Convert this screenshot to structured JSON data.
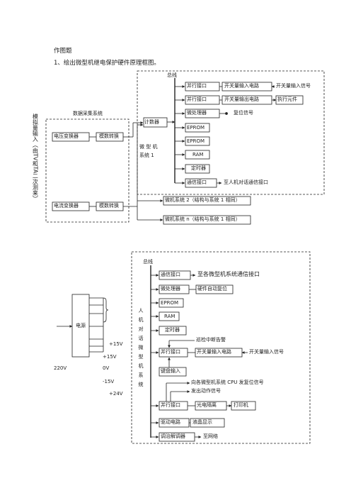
{
  "heading": {
    "title": "作图题",
    "question": "1、绘出微型机继电保护硬件原理框图。"
  },
  "figure1": {
    "bus_label": "总线",
    "side_label": "模拟量输入（由TV和TA二次测来）",
    "acq_label": "数据采集系统",
    "vt_converter": "电压变换器",
    "ct_converter": "电流变换器",
    "adc1": "模数转换",
    "adc2": "模数转换",
    "counter": "计数器",
    "micro_label": "微 型 机",
    "system1_label": "系统 1",
    "parallel1": "并行接口",
    "parallel2": "并行接口",
    "switch_in_circuit": "开关量输入电路",
    "switch_out_circuit": "开关量输出电路",
    "switch_in_signal": "开关量输入信号",
    "actuator": "执行元件",
    "cpu": "微处理器",
    "reset_signal": "复位信号",
    "eprom1": "EPROM",
    "eprom2": "EPROM",
    "ram": "RAM",
    "timer": "定时器",
    "comm_port": "通信接口",
    "to_hmi": "至人机对话通信接口",
    "system2": "微机系统 2（结构与系统 1 相同）",
    "systemn": "微机系统 n（结构与系统 1 相同）"
  },
  "figure2": {
    "bus_label": "总线",
    "side_label": "人机对话微型机系统",
    "comm_port": "通信接口",
    "to_all": "至各微型机系统通信接口",
    "cpu": "微处理器",
    "hw_reset": "硬件自动复位",
    "eprom": "EPROM",
    "ram": "RAM",
    "timer": "定时器",
    "patrol_alarm": "巡检中断告警",
    "parallel1": "并行接口",
    "switch_in_circuit": "开关量输入电路",
    "switch_in_signal": "开关量输入信号",
    "keyboard": "键盘输入",
    "reset_cpu": "向各微型机系统 CPU 发复位信号",
    "trip_signal": "发出动作信号",
    "parallel2": "并行接口",
    "opto": "光电隔离",
    "printer": "打印机",
    "driver": "驱动电路",
    "lcd": "液晶显示",
    "modem": "调治解调器",
    "to_network": "至网络",
    "psu": "电源",
    "v220": "220V",
    "p15a": "+15V",
    "p15b": "+15V",
    "zero": "0V",
    "m15": "-15V",
    "p24": "+24V"
  }
}
